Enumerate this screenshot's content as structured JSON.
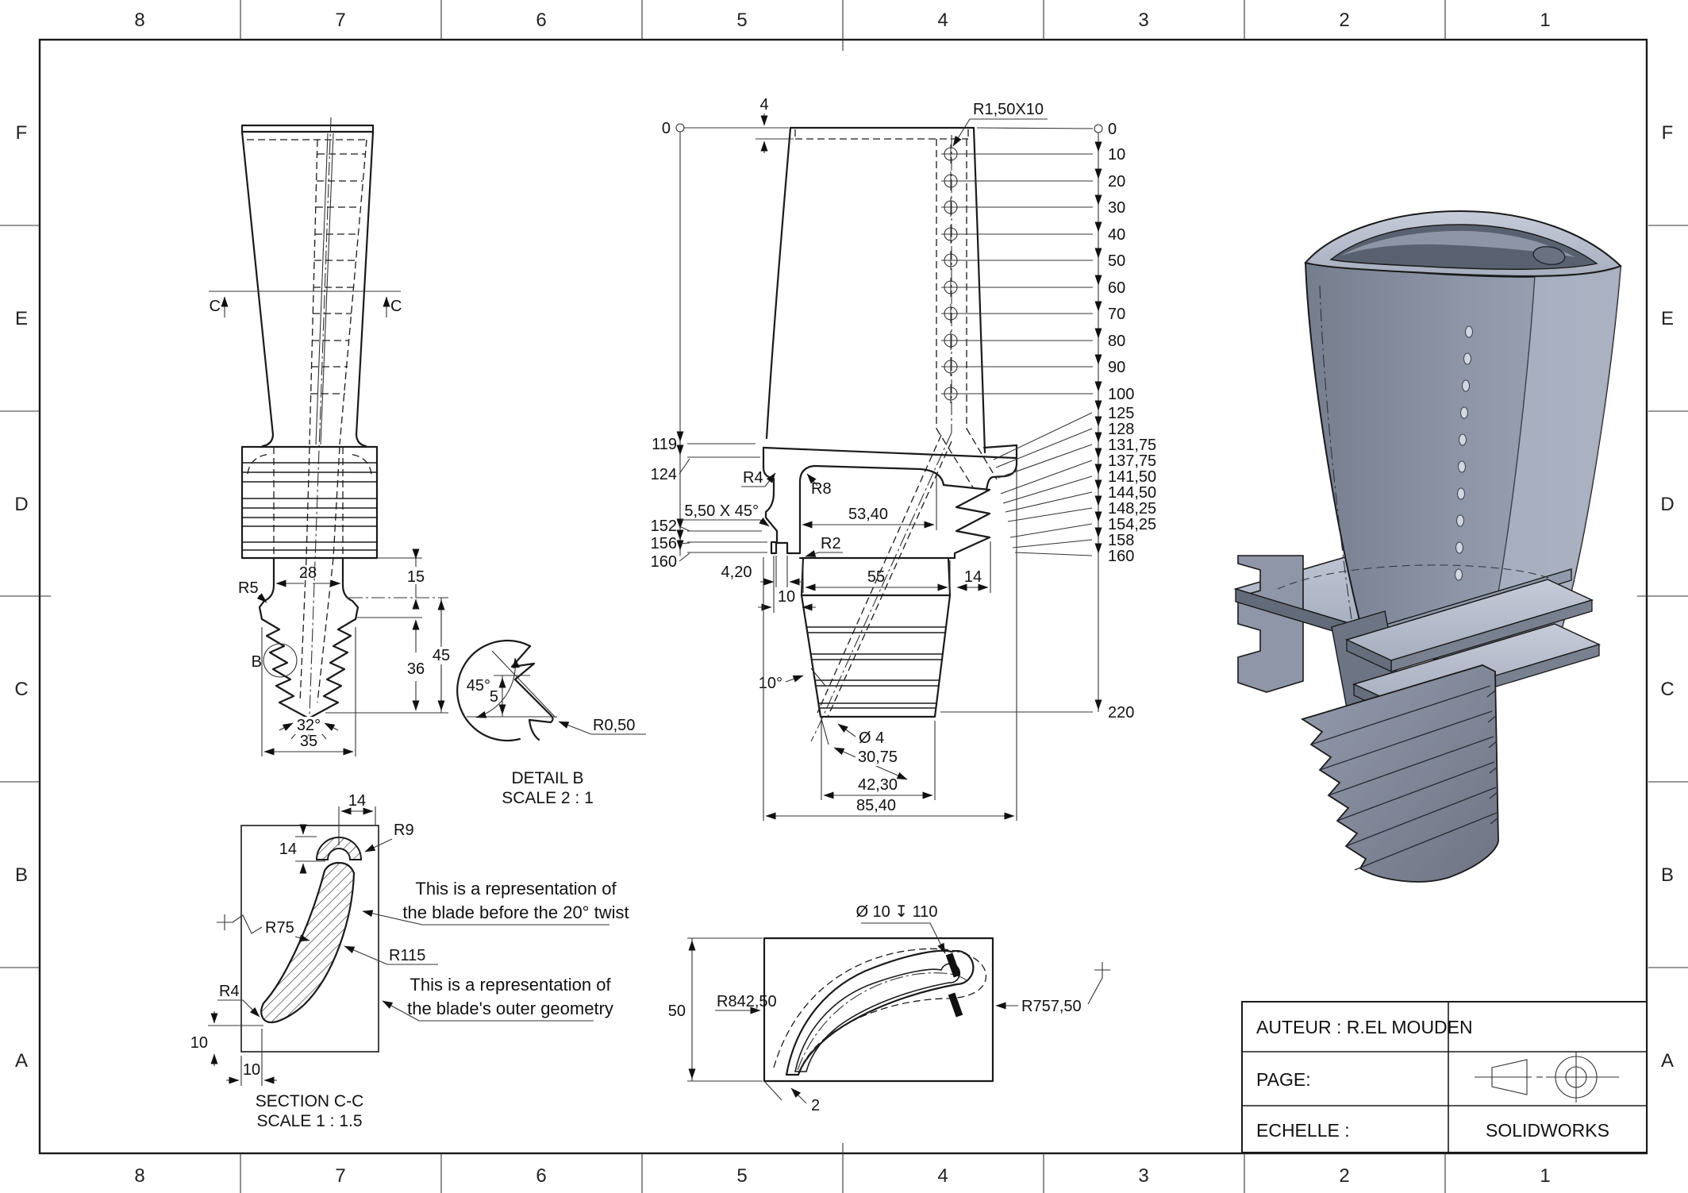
{
  "colors": {
    "line": "#1a1a1a",
    "paper": "#ffffff",
    "model_light": "#c6cbd8",
    "model_mid": "#8b93a5",
    "model_dark": "#636a79"
  },
  "sheet": {
    "zones_top": [
      "8",
      "7",
      "6",
      "5",
      "4",
      "3",
      "2",
      "1"
    ],
    "zones_bottom": [
      "8",
      "7",
      "6",
      "5",
      "4",
      "3",
      "2",
      "1"
    ],
    "zones_left": [
      "F",
      "E",
      "D",
      "C",
      "B",
      "A"
    ],
    "zones_right": [
      "F",
      "E",
      "D",
      "C",
      "B",
      "A"
    ]
  },
  "front_view": {
    "section_label_left": "C",
    "section_label_right": "C",
    "d28": "28",
    "d15": "15",
    "d45": "45",
    "d36": "36",
    "r5": "R5",
    "detail_mark": "B",
    "a32": "32°",
    "d35": "35"
  },
  "detail_b": {
    "a45": "45°",
    "d5": "5",
    "r050": "R0,50",
    "title": "DETAIL B",
    "scale": "SCALE 2 : 1"
  },
  "section_cc": {
    "d14_top": "14",
    "d14_left": "14",
    "r9": "R9",
    "r75": "R75",
    "r115": "R115",
    "r4": "R4",
    "d10_left": "10",
    "d10_bottom": "10",
    "title": "SECTION C-C",
    "scale": "SCALE 1 : 1.5"
  },
  "notes": {
    "n1_line1": "This is a representation of",
    "n1_line2": "the blade before the 20° twist",
    "n2_line1": "This is a representation of",
    "n2_line2": "the blade's outer geometry"
  },
  "side_view": {
    "d4": "4",
    "slot": "R1,50X10",
    "origin_left": "0",
    "origin_right": "0",
    "left_ordinates": [
      "119",
      "124",
      "152",
      "156",
      "160"
    ],
    "right_ordinates": [
      "10",
      "20",
      "30",
      "40",
      "50",
      "60",
      "70",
      "80",
      "90",
      "100",
      "125",
      "128",
      "131,75",
      "137,75",
      "141,50",
      "144,50",
      "148,25",
      "154,25",
      "158",
      "160"
    ],
    "bottom_ordinate": "220",
    "r4": "R4",
    "r8": "R8",
    "chamfer": "5,50 X 45°",
    "r2": "R2",
    "d5340": "53,40",
    "d420": "4,20",
    "d10": "10",
    "d55": "55",
    "d14": "14",
    "a10": "10°",
    "dia4": "Ø 4",
    "d3075": "30,75",
    "d4230": "42,30",
    "d8540": "85,40"
  },
  "top_view": {
    "d50": "50",
    "r84250": "R842,50",
    "r75750": "R757,50",
    "hole": "Ø 10 ↧ 110",
    "d2": "2"
  },
  "title_block": {
    "author": "AUTEUR :  R.EL MOUDEN",
    "page": "PAGE:",
    "scale": "ECHELLE :",
    "software": "SOLIDWORKS"
  }
}
